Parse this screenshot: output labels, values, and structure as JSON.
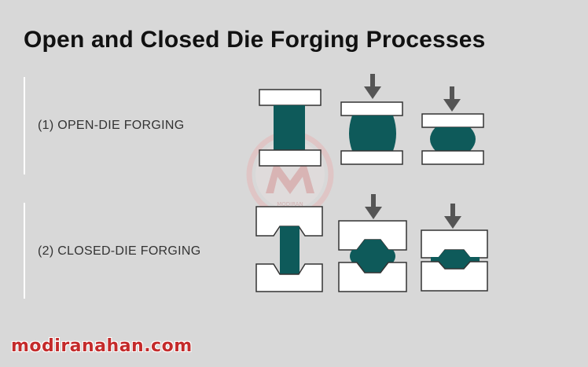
{
  "title": "Open and Closed Die Forging Processes",
  "rows": [
    {
      "label": "(1) OPEN-DIE FORGING"
    },
    {
      "label": "(2) CLOSED-DIE FORGING"
    }
  ],
  "website": "modiranahan.com",
  "watermark": "MODIRAN AHAN",
  "colors": {
    "background": "#d8d8d8",
    "die": "#ffffff",
    "outline": "#333333",
    "workpiece": "#0e5a5a",
    "arrow": "#555555",
    "watermark": "#c42b2b"
  },
  "icons": [
    "down-arrow-icon",
    "watermark-logo-icon"
  ]
}
